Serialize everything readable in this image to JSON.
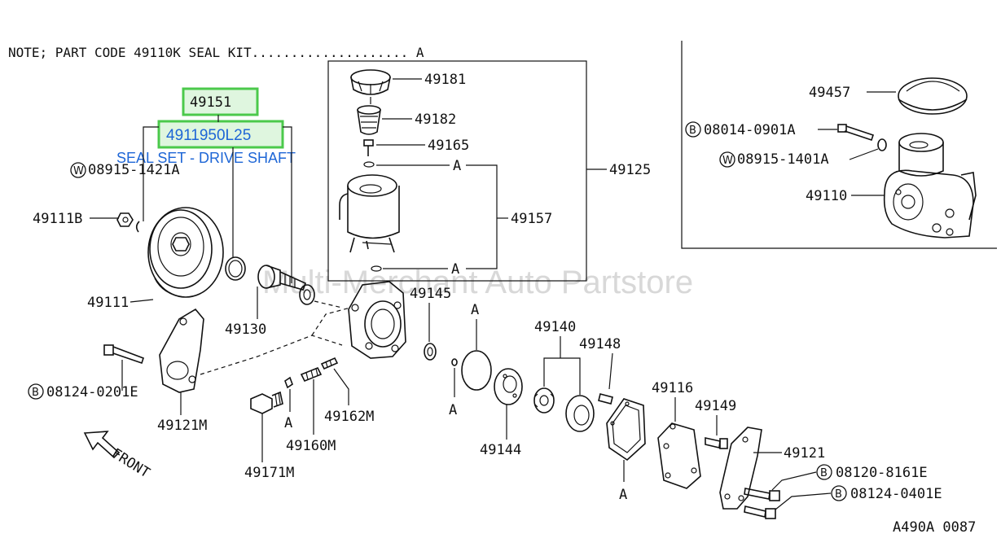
{
  "note": "NOTE; PART CODE 49110K SEAL KIT.................... A",
  "watermark": "Multi-Merchant Auto Partstore",
  "highlight": {
    "part": "49151",
    "replacement": "4911950L25",
    "caption": "SEAL SET - DRIVE SHAFT"
  },
  "labels": {
    "w_08915_1421A": "08915-1421A",
    "p49111B": "49111B",
    "p49111": "49111",
    "p49130": "49130",
    "b_08124_0201E": "08124-0201E",
    "p49121M": "49121M",
    "p49171M": "49171M",
    "p49160M": "49160M",
    "p49162M": "49162M",
    "p49145": "49145",
    "p49144": "49144",
    "p49140": "49140",
    "p49148": "49148",
    "p49116": "49116",
    "p49149": "49149",
    "p49121": "49121",
    "b_08120_8161E": "08120-8161E",
    "b_08124_0401E": "08124-0401E",
    "p49181": "49181",
    "p49182": "49182",
    "p49165": "49165",
    "p49157": "49157",
    "p49125": "49125",
    "p49457": "49457",
    "b_08014_0901A": "08014-0901A",
    "w_08915_1401A": "08915-1401A",
    "p49110": "49110",
    "front": "FRONT",
    "ref_a": "A",
    "diagram_code": "A490A 0087"
  },
  "markers": {
    "w": "W",
    "b": "B"
  }
}
